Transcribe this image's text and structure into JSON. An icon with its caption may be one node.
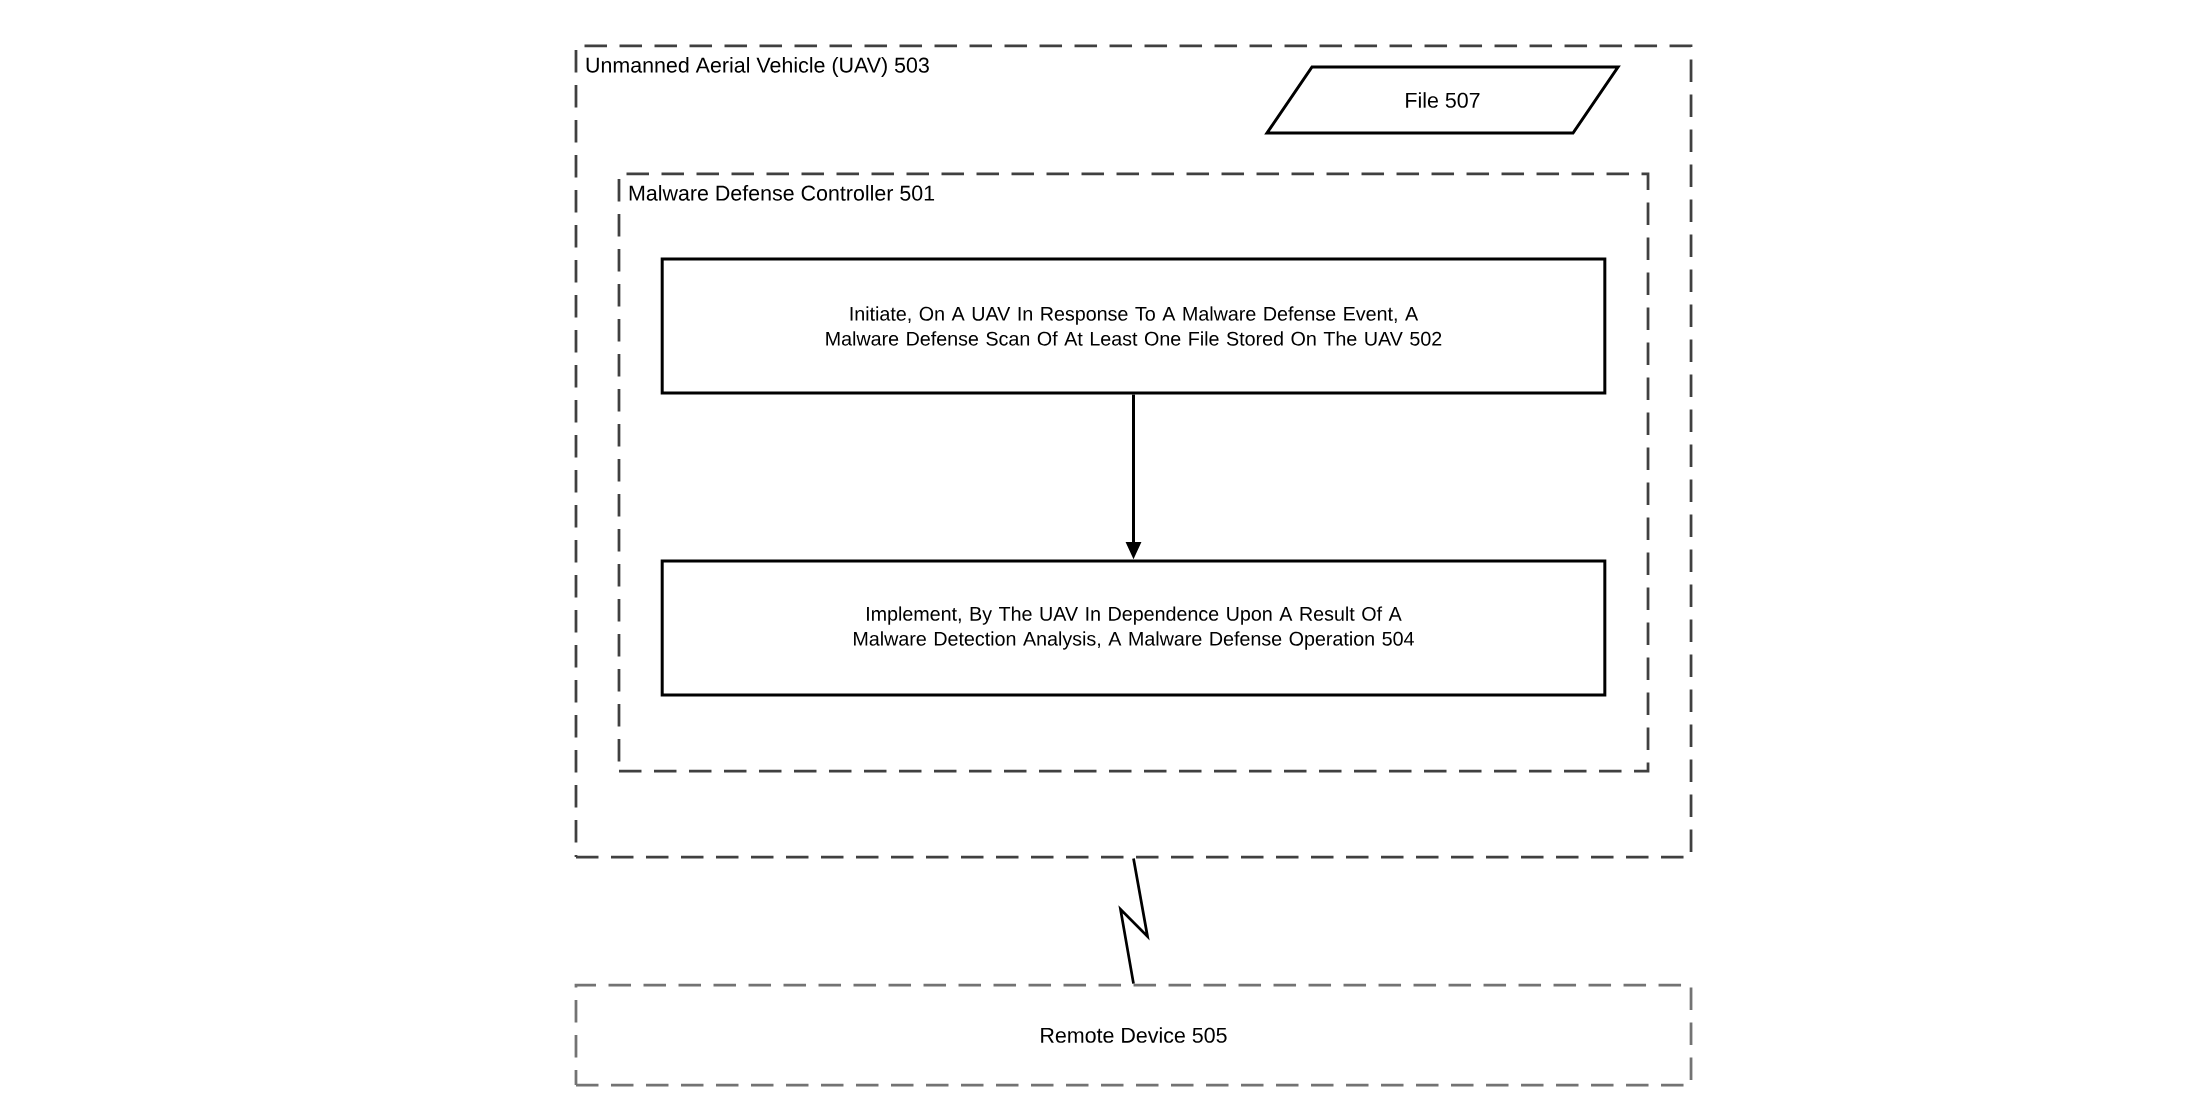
{
  "diagram": {
    "nodes": [
      {
        "text": [
          "Unmanned Aerial Vehicle (UAV) 503"
        ]
      },
      {
        "text": [
          "File 507"
        ],
        "in": 0
      },
      {
        "text": [
          "Malware Defense Controller 501"
        ],
        "in": 0
      },
      {
        "text": [
          "Initiate, On A UAV In Response To A Malware Defense Event, A Malware Defense Scan Of At Least One File Stored On The UAV 502"
        ],
        "in": 2
      },
      {
        "text": [
          "Implement, By The UAV In Dependence Upon A Result Of A Malware Detection Analysis, A Malware Defense Operation 504"
        ],
        "in": 2
      },
      {
        "text": [
          "Remote Device 505"
        ]
      }
    ],
    "edges": [
      {
        "from": 3,
        "to": 4,
        "arrow": "to"
      },
      {
        "from": 0,
        "to": 5,
        "arrow": "none"
      }
    ]
  }
}
